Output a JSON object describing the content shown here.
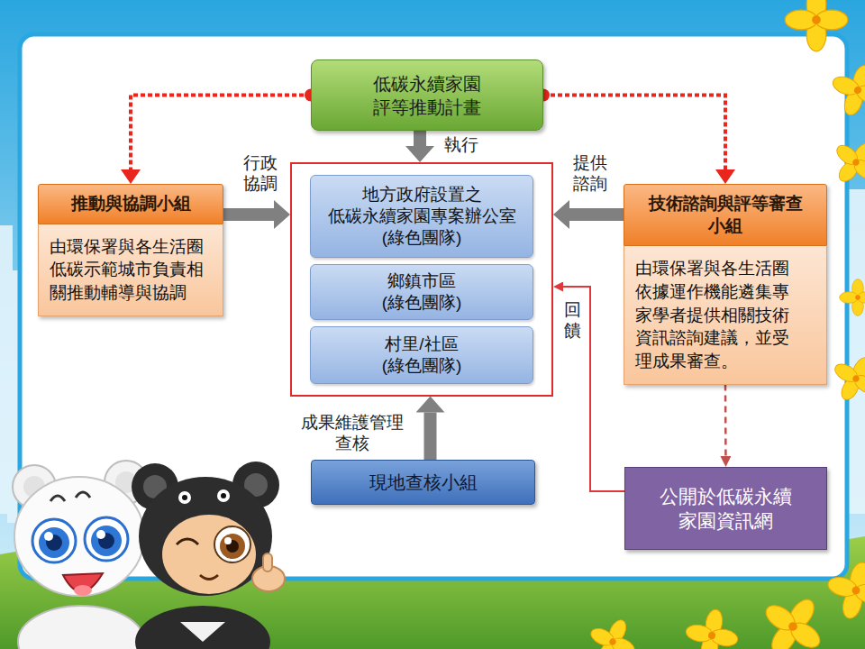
{
  "diagram": {
    "nodes": [
      {
        "text": [
          "低碳永續家園 評等推動計畫"
        ]
      },
      {
        "text": [
          "推動與協調小組",
          "由環保署與各生活圈 低碳示範城市負責相 關推動輔導與協調"
        ]
      },
      {
        "text": []
      },
      {
        "text": [
          "地方政府設置之 低碳永續家園專案辦公室 (綠色團隊)"
        ],
        "in": 2
      },
      {
        "text": [
          "鄉鎮市區 (綠色團隊)"
        ],
        "in": 2
      },
      {
        "text": [
          "村里/社區 (綠色團隊)"
        ],
        "in": 2
      },
      {
        "text": [
          "技術諮詢與評等審查 小組",
          "由環保署與各生活圈 依據運作機能遴集專 家學者提供相關技術 資訊諮詢建議，並受 理成果審查。"
        ]
      },
      {
        "text": [
          "現地查核小組"
        ]
      },
      {
        "text": [
          "公開於低碳永續 家園資訊網"
        ]
      }
    ],
    "edges": [
      {
        "from": 0,
        "to": 1,
        "arrow": "to"
      },
      {
        "from": 0,
        "to": 6,
        "arrow": "to"
      },
      {
        "from": 0,
        "to": 2,
        "label": "執行",
        "arrow": "to"
      },
      {
        "from": 1,
        "to": 2,
        "label": "行政 協調",
        "arrow": "to"
      },
      {
        "from": 6,
        "to": 2,
        "label": "提供 諮詢",
        "arrow": "to"
      },
      {
        "from": 8,
        "to": 2,
        "label": "回饋",
        "arrow": "to"
      },
      {
        "from": 7,
        "to": 2,
        "label": "成果維護管理 查核",
        "arrow": "to"
      },
      {
        "from": 6,
        "to": 8,
        "arrow": "to"
      }
    ]
  }
}
